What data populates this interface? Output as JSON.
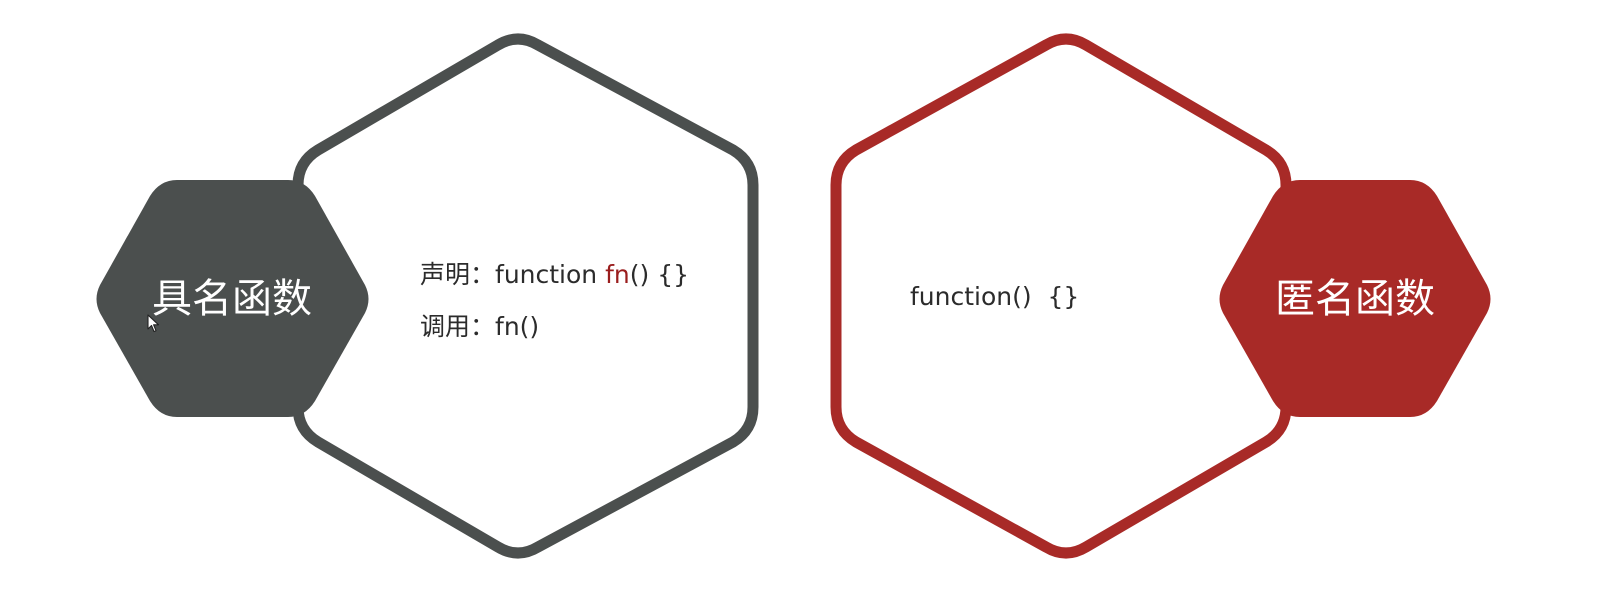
{
  "colors": {
    "named_accent": "#4b4f4e",
    "anonymous_accent": "#a82a27",
    "text": "#2b2b2b",
    "highlight_fn": "#9a1d1d",
    "label_text": "#ffffff",
    "background": "#ffffff"
  },
  "named_function": {
    "title": "具名函数",
    "declare_label": "声明：",
    "declare_code_prefix": "function ",
    "declare_code_name": "fn",
    "declare_code_suffix": "() {}",
    "call_label": "调用：",
    "call_code": "fn()"
  },
  "anonymous_function": {
    "title": "匿名函数",
    "code": "function()  {}"
  },
  "icons": {
    "cursor": "mouse-pointer-icon"
  }
}
